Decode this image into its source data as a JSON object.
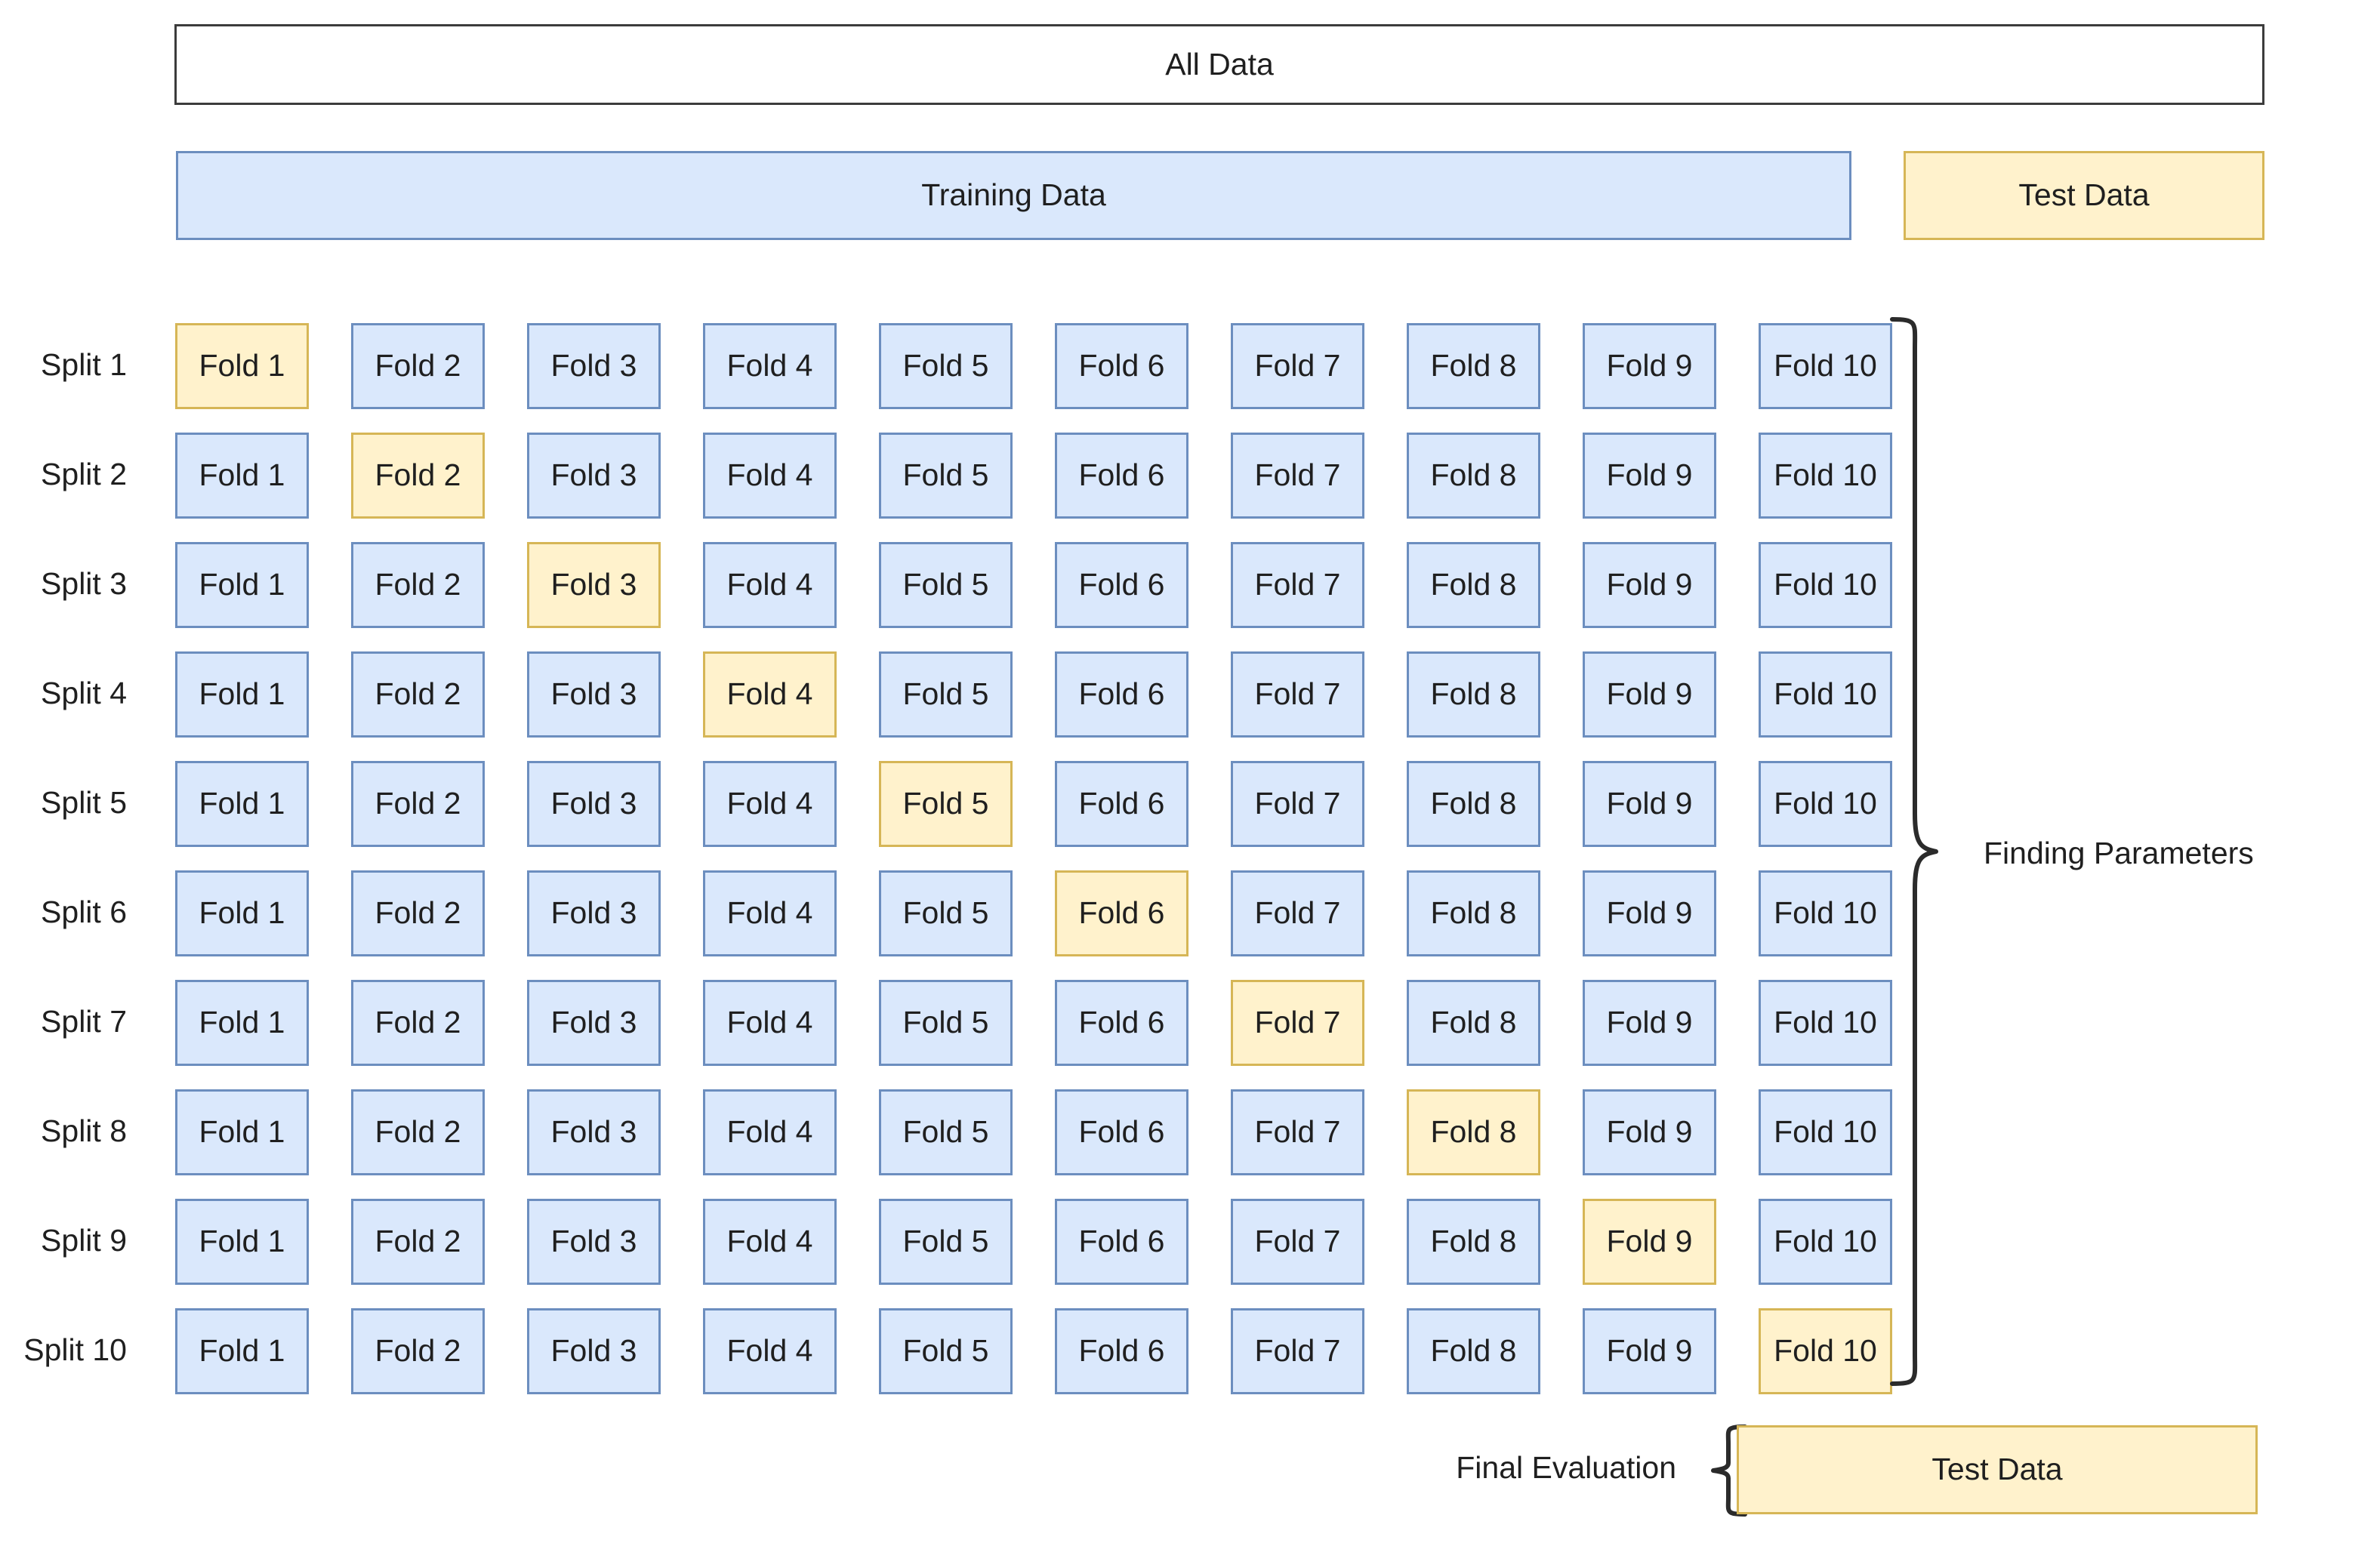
{
  "diagram": {
    "title_box": {
      "label": "All Data"
    },
    "split_row": {
      "training_label": "Training Data",
      "test_label": "Test Data"
    },
    "grid": {
      "split_labels": [
        "Split 1",
        "Split 2",
        "Split 3",
        "Split 4",
        "Split 5",
        "Split 6",
        "Split 7",
        "Split 8",
        "Split 9",
        "Split 10"
      ],
      "fold_labels": [
        "Fold 1",
        "Fold 2",
        "Fold 3",
        "Fold 4",
        "Fold 5",
        "Fold 6",
        "Fold 7",
        "Fold 8",
        "Fold 9",
        "Fold 10"
      ],
      "rows": [
        {
          "split": "Split 1",
          "folds": [
            "Fold 1",
            "Fold 2",
            "Fold 3",
            "Fold 4",
            "Fold 5",
            "Fold 6",
            "Fold 7",
            "Fold 8",
            "Fold 9",
            "Fold 10"
          ],
          "held_out_index": 0
        },
        {
          "split": "Split 2",
          "folds": [
            "Fold 1",
            "Fold 2",
            "Fold 3",
            "Fold 4",
            "Fold 5",
            "Fold 6",
            "Fold 7",
            "Fold 8",
            "Fold 9",
            "Fold 10"
          ],
          "held_out_index": 1
        },
        {
          "split": "Split 3",
          "folds": [
            "Fold 1",
            "Fold 2",
            "Fold 3",
            "Fold 4",
            "Fold 5",
            "Fold 6",
            "Fold 7",
            "Fold 8",
            "Fold 9",
            "Fold 10"
          ],
          "held_out_index": 2
        },
        {
          "split": "Split 4",
          "folds": [
            "Fold 1",
            "Fold 2",
            "Fold 3",
            "Fold 4",
            "Fold 5",
            "Fold 6",
            "Fold 7",
            "Fold 8",
            "Fold 9",
            "Fold 10"
          ],
          "held_out_index": 3
        },
        {
          "split": "Split 5",
          "folds": [
            "Fold 1",
            "Fold 2",
            "Fold 3",
            "Fold 4",
            "Fold 5",
            "Fold 6",
            "Fold 7",
            "Fold 8",
            "Fold 9",
            "Fold 10"
          ],
          "held_out_index": 4
        },
        {
          "split": "Split 6",
          "folds": [
            "Fold 1",
            "Fold 2",
            "Fold 3",
            "Fold 4",
            "Fold 5",
            "Fold 6",
            "Fold 7",
            "Fold 8",
            "Fold 9",
            "Fold 10"
          ],
          "held_out_index": 5
        },
        {
          "split": "Split 7",
          "folds": [
            "Fold 1",
            "Fold 2",
            "Fold 3",
            "Fold 4",
            "Fold 5",
            "Fold 6",
            "Fold 7",
            "Fold 8",
            "Fold 9",
            "Fold 10"
          ],
          "held_out_index": 6
        },
        {
          "split": "Split 8",
          "folds": [
            "Fold 1",
            "Fold 2",
            "Fold 3",
            "Fold 4",
            "Fold 5",
            "Fold 6",
            "Fold 7",
            "Fold 8",
            "Fold 9",
            "Fold 10"
          ],
          "held_out_index": 7
        },
        {
          "split": "Split 9",
          "folds": [
            "Fold 1",
            "Fold 2",
            "Fold 3",
            "Fold 4",
            "Fold 5",
            "Fold 6",
            "Fold 7",
            "Fold 8",
            "Fold 9",
            "Fold 10"
          ],
          "held_out_index": 8
        },
        {
          "split": "Split 10",
          "folds": [
            "Fold 1",
            "Fold 2",
            "Fold 3",
            "Fold 4",
            "Fold 5",
            "Fold 6",
            "Fold 7",
            "Fold 8",
            "Fold 9",
            "Fold 10"
          ],
          "held_out_index": 9
        }
      ]
    },
    "annotations": {
      "finding_parameters": "Finding Parameters",
      "final_evaluation": "Final Evaluation"
    },
    "final_row": {
      "test_label": "Test Data"
    },
    "colors": {
      "blue_fill": "#dae8fc",
      "blue_border": "#6c8ebf",
      "yellow_fill": "#fff2cc",
      "yellow_border": "#d6b656",
      "plain_border": "#3c3c3c",
      "background": "#ffffff",
      "text": "#1f1f1f"
    }
  }
}
